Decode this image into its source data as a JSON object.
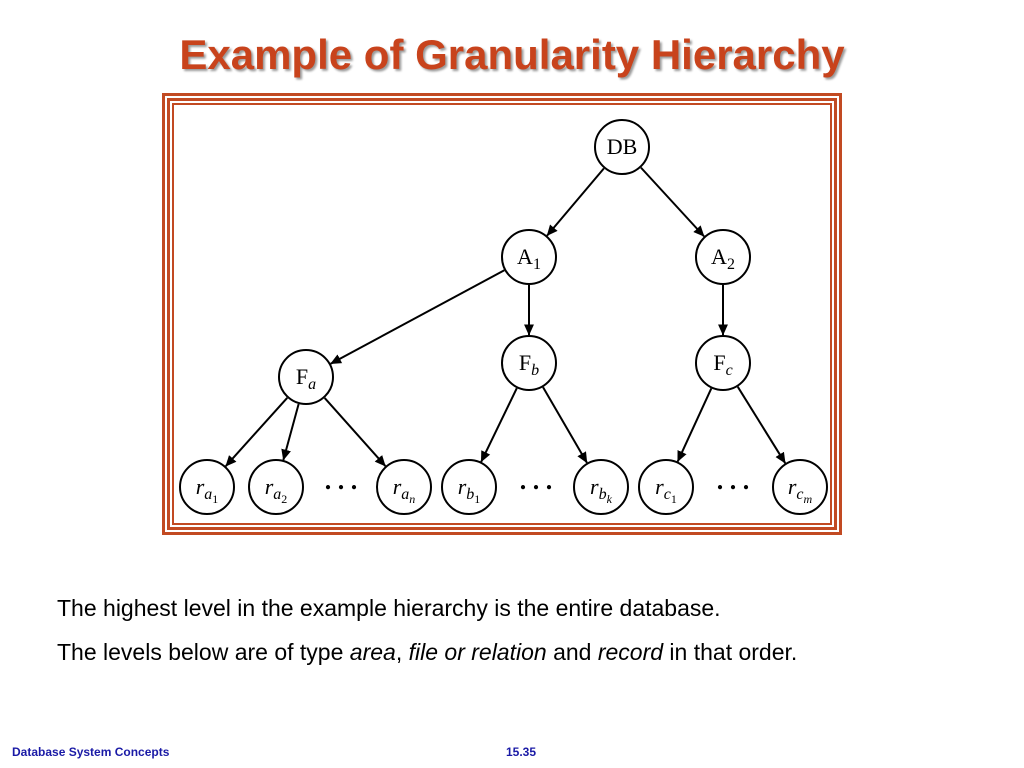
{
  "slide": {
    "title": "Example of Granularity Hierarchy",
    "bullets": [
      {
        "parts": [
          {
            "text": "The highest level in the example hierarchy is the entire database.",
            "italic": false
          }
        ]
      },
      {
        "parts": [
          {
            "text": "The levels below are of type ",
            "italic": false
          },
          {
            "text": "area",
            "italic": true
          },
          {
            "text": ", ",
            "italic": false
          },
          {
            "text": "file or relation",
            "italic": true
          },
          {
            "text": " and ",
            "italic": false
          },
          {
            "text": "record",
            "italic": true
          },
          {
            "text": " in that order.",
            "italic": false
          }
        ]
      }
    ],
    "footer": {
      "left": "Database System Concepts",
      "center": "15.35"
    }
  },
  "diagram": {
    "colors": {
      "frame": "#c24a22",
      "title": "#c8431c",
      "footer": "#1a1aa6"
    },
    "nodes": [
      {
        "id": "DB",
        "label": [
          {
            "t": "DB"
          }
        ]
      },
      {
        "id": "A1",
        "label": [
          {
            "t": "A"
          },
          {
            "t": "1",
            "sub": true
          }
        ]
      },
      {
        "id": "A2",
        "label": [
          {
            "t": "A"
          },
          {
            "t": "2",
            "sub": true
          }
        ]
      },
      {
        "id": "Fa",
        "label": [
          {
            "t": "F"
          },
          {
            "t": "a",
            "italic": true,
            "sub": true
          }
        ]
      },
      {
        "id": "Fb",
        "label": [
          {
            "t": "F"
          },
          {
            "t": "b",
            "italic": true,
            "sub": true
          }
        ]
      },
      {
        "id": "Fc",
        "label": [
          {
            "t": "F"
          },
          {
            "t": "c",
            "italic": true,
            "sub": true
          }
        ]
      },
      {
        "id": "ra1",
        "label": [
          {
            "t": "r",
            "italic": true
          },
          {
            "t": "a",
            "italic": true,
            "sub": true
          },
          {
            "t": "1",
            "subsub": true
          }
        ]
      },
      {
        "id": "ra2",
        "label": [
          {
            "t": "r",
            "italic": true
          },
          {
            "t": "a",
            "italic": true,
            "sub": true
          },
          {
            "t": "2",
            "subsub": true
          }
        ]
      },
      {
        "id": "ran",
        "label": [
          {
            "t": "r",
            "italic": true
          },
          {
            "t": "a",
            "italic": true,
            "sub": true
          },
          {
            "t": "n",
            "italic": true,
            "subsub": true
          }
        ]
      },
      {
        "id": "rb1",
        "label": [
          {
            "t": "r",
            "italic": true
          },
          {
            "t": "b",
            "italic": true,
            "sub": true
          },
          {
            "t": "1",
            "subsub": true
          }
        ]
      },
      {
        "id": "rbk",
        "label": [
          {
            "t": "r",
            "italic": true
          },
          {
            "t": "b",
            "italic": true,
            "sub": true
          },
          {
            "t": "k",
            "italic": true,
            "subsub": true
          }
        ]
      },
      {
        "id": "rc1",
        "label": [
          {
            "t": "r",
            "italic": true
          },
          {
            "t": "c",
            "italic": true,
            "sub": true
          },
          {
            "t": "1",
            "subsub": true
          }
        ]
      },
      {
        "id": "rcm",
        "label": [
          {
            "t": "r",
            "italic": true
          },
          {
            "t": "c",
            "italic": true,
            "sub": true
          },
          {
            "t": "m",
            "italic": true,
            "subsub": true
          }
        ]
      }
    ],
    "edges": [
      [
        "DB",
        "A1"
      ],
      [
        "DB",
        "A2"
      ],
      [
        "A1",
        "Fa"
      ],
      [
        "A1",
        "Fb"
      ],
      [
        "A2",
        "Fc"
      ],
      [
        "Fa",
        "ra1"
      ],
      [
        "Fa",
        "ra2"
      ],
      [
        "Fa",
        "ran"
      ],
      [
        "Fb",
        "rb1"
      ],
      [
        "Fb",
        "rbk"
      ],
      [
        "Fc",
        "rc1"
      ],
      [
        "Fc",
        "rcm"
      ]
    ],
    "ellipsis": ". . ."
  }
}
